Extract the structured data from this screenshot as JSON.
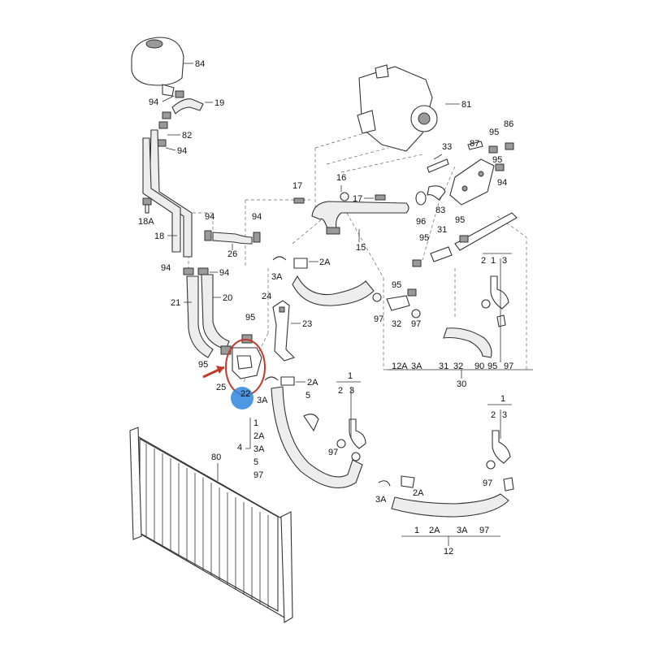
{
  "labels": {
    "l84": "84",
    "l19": "19",
    "l94a": "94",
    "l82": "82",
    "l94b": "94",
    "l18A": "18A",
    "l18": "18",
    "l94c": "94",
    "l94d": "94",
    "l94e": "94",
    "l26": "26",
    "l94f": "94",
    "l21": "21",
    "l20": "20",
    "l95a": "95",
    "l24": "24",
    "l23": "23",
    "l95b": "95",
    "l25": "25",
    "l22": "22",
    "l3Aa": "3A",
    "l2Aa": "2A",
    "l3Ab": "3A",
    "l2Ab": "2A",
    "l17a": "17",
    "l16": "16",
    "l17b": "17",
    "l15": "15",
    "l96": "96",
    "l83": "83",
    "l81": "81",
    "l86": "86",
    "l95c": "95",
    "l33": "33",
    "l87": "87",
    "l95d": "95",
    "l94g": "94",
    "l95e": "95",
    "l31": "31",
    "l95f": "95",
    "l97a": "97",
    "l32": "32",
    "l97b": "97",
    "l1a": "1",
    "l2a": "2",
    "l3a": "3",
    "l95g": "95",
    "g12A": "12A",
    "g3A": "3A",
    "g31": "31",
    "g32": "32",
    "g90": "90",
    "g95": "95",
    "g97": "97",
    "l30": "30",
    "l1b": "1",
    "l2b": "2",
    "l3b": "3",
    "l5": "5",
    "l97c": "97",
    "s1": "1",
    "s2A": "2A",
    "s3A": "3A",
    "s5": "5",
    "s97": "97",
    "l4": "4",
    "l80": "80",
    "l1c": "1",
    "l2c": "2",
    "l3c": "3",
    "l97d": "97",
    "l3Ac": "3A",
    "l2Ac": "2A",
    "b1": "1",
    "b2A": "2A",
    "b3A": "3A",
    "b97": "97",
    "l12": "12"
  },
  "highlight": {
    "circle_color": "#c0392b",
    "arrow_color": "#c0392b",
    "dot_color": "#2e86de"
  }
}
